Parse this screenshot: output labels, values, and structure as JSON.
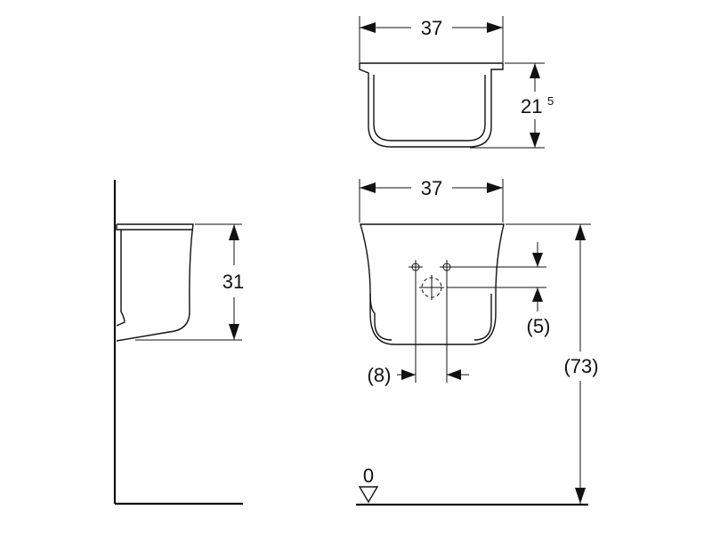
{
  "dimensions": {
    "top_width": "37",
    "top_height_main": "21",
    "top_height_sup": "5",
    "front_width": "37",
    "side_height": "31",
    "front_offset": "(5)",
    "hole_spacing": "(8)",
    "total_height": "(73)",
    "floor_level": "0"
  }
}
